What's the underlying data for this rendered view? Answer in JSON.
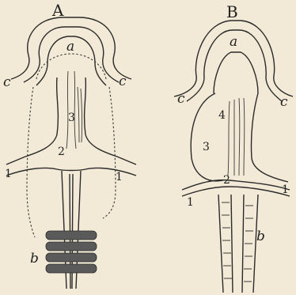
{
  "figure": {
    "panels": [
      {
        "id": "A",
        "labels": {
          "title": "A",
          "a": "a",
          "c_left": "c",
          "c_right": "c",
          "n3": "3",
          "n2": "2",
          "n1_left": "1",
          "n1_right": "1",
          "b": "b"
        }
      },
      {
        "id": "B",
        "labels": {
          "title": "B",
          "a": "a",
          "c_left": "c",
          "c_right": "c",
          "n4": "4",
          "n3": "3",
          "n2": "2",
          "n1_left": "1",
          "n1_right": "1",
          "b": "b"
        }
      }
    ]
  }
}
